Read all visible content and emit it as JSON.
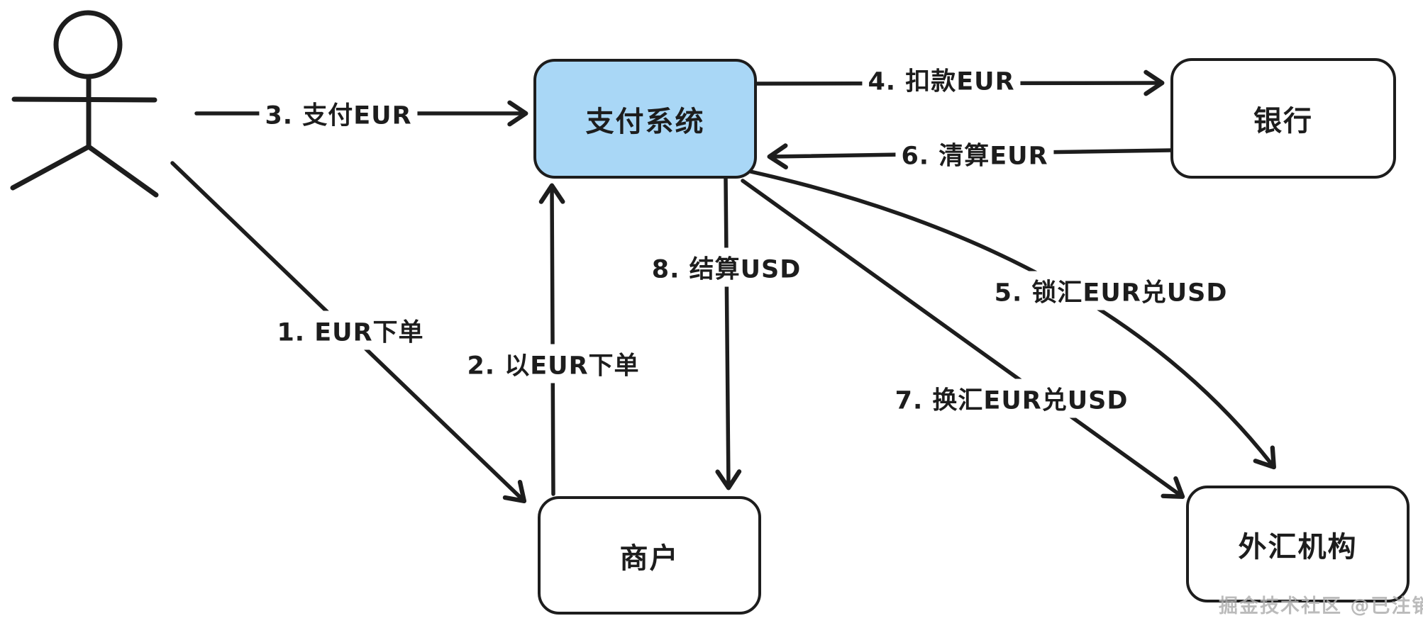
{
  "page": {
    "background": "#ffffff",
    "watermark": "掘金技术社区 @已注销"
  },
  "palette": {
    "ink": "#1d1d1d",
    "highlight_node_fill": "#a9d7f6",
    "default_node_fill": "#ffffff",
    "watermark_color": "#afafaf"
  },
  "actor": {
    "icon": "stick-figure-icon",
    "role": "user"
  },
  "nodes": [
    {
      "id": "payment-system",
      "label": "支付系统",
      "fill": "#a9d7f6"
    },
    {
      "id": "bank",
      "label": "银行",
      "fill": "#ffffff"
    },
    {
      "id": "merchant",
      "label": "商户",
      "fill": "#ffffff"
    },
    {
      "id": "fx-agency",
      "label": "外汇机构",
      "fill": "#ffffff"
    }
  ],
  "edges": [
    {
      "seq": "1",
      "label": "1. EUR下单",
      "from": "user",
      "to": "merchant"
    },
    {
      "seq": "2",
      "label": "2. 以EUR下单",
      "from": "merchant",
      "to": "payment-system"
    },
    {
      "seq": "3",
      "label": "3. 支付EUR",
      "from": "user",
      "to": "payment-system"
    },
    {
      "seq": "4",
      "label": "4. 扣款EUR",
      "from": "payment-system",
      "to": "bank"
    },
    {
      "seq": "5",
      "label": "5. 锁汇EUR兑USD",
      "from": "payment-system",
      "to": "fx-agency"
    },
    {
      "seq": "6",
      "label": "6. 清算EUR",
      "from": "bank",
      "to": "payment-system"
    },
    {
      "seq": "7",
      "label": "7. 换汇EUR兑USD",
      "from": "payment-system",
      "to": "fx-agency"
    },
    {
      "seq": "8",
      "label": "8. 结算USD",
      "from": "payment-system",
      "to": "merchant"
    }
  ]
}
